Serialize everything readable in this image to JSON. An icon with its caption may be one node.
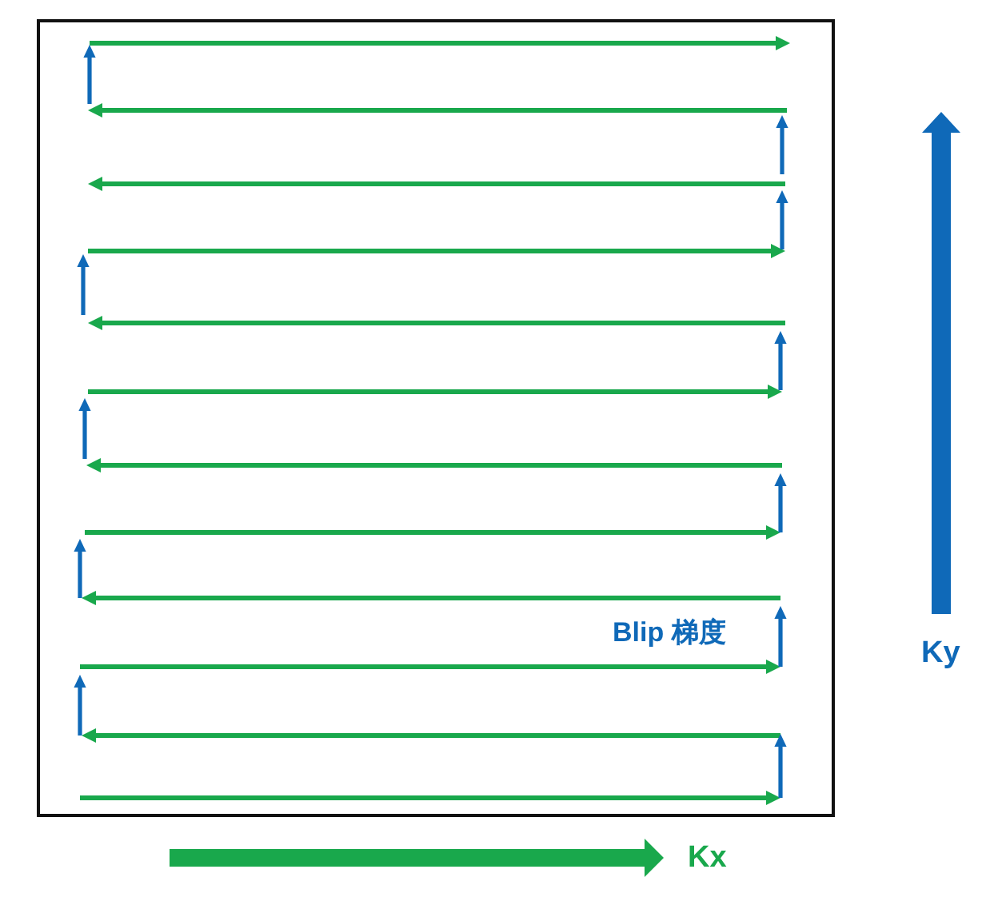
{
  "diagram": {
    "labels": [
      "Blip 梯度",
      "Ky",
      "Kx"
    ]
  }
}
